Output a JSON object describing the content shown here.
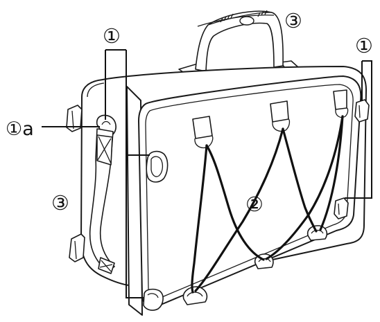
{
  "labels": {
    "loop_left": "①",
    "loop_left_a": "①a",
    "loop_right": "①",
    "bungee": "②",
    "handle": "③",
    "shoulder_strap": "③"
  },
  "colors": {
    "line": "#1a1a1a",
    "background": "#ffffff"
  }
}
